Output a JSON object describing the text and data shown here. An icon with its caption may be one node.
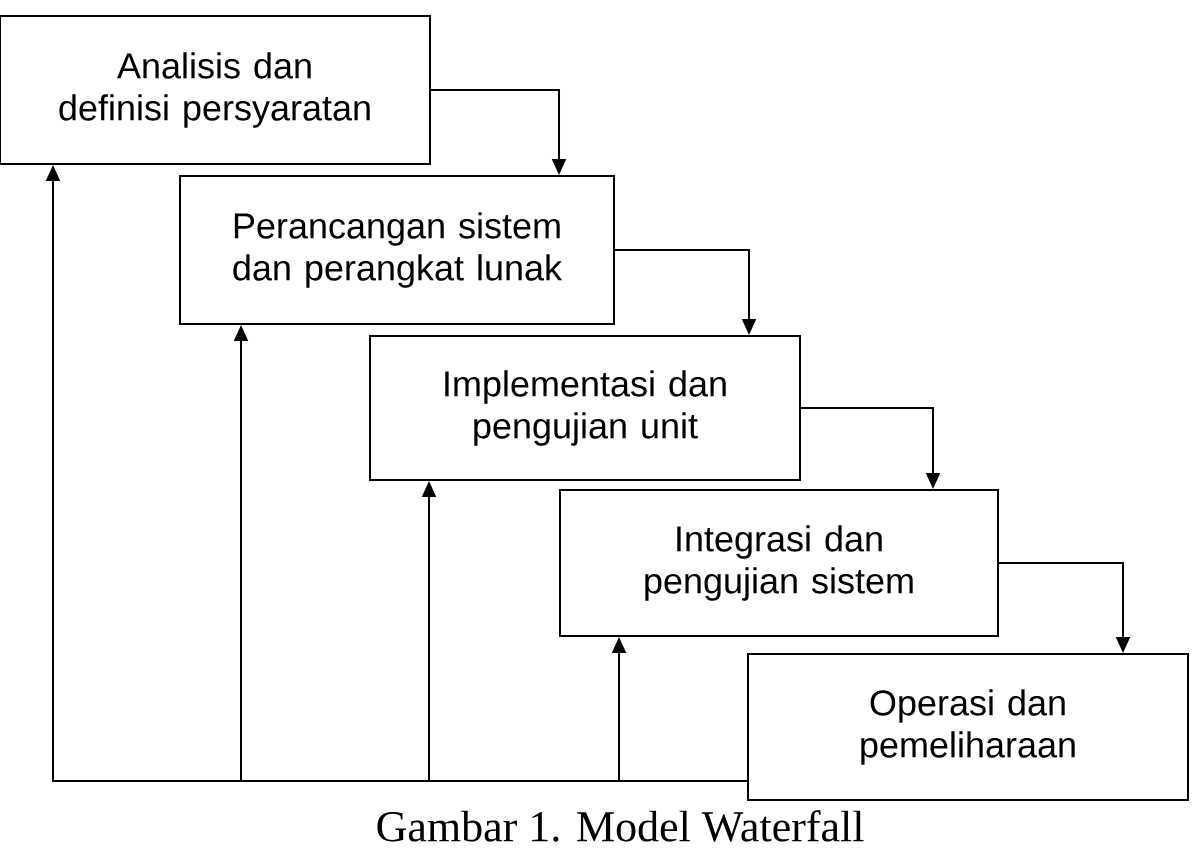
{
  "diagram": {
    "caption": "Gambar 1. Model Waterfall",
    "nodes": [
      {
        "text": [
          "Analisis dan definisi persyaratan"
        ]
      },
      {
        "text": [
          "Perancangan sistem dan perangkat lunak"
        ]
      },
      {
        "text": [
          "Implementasi dan pengujian unit"
        ]
      },
      {
        "text": [
          "Integrasi dan pengujian sistem"
        ]
      },
      {
        "text": [
          "Operasi dan pemeliharaan"
        ]
      }
    ],
    "edges": [
      {
        "from": 0,
        "to": 1,
        "arrow": "to"
      },
      {
        "from": 1,
        "to": 2,
        "arrow": "to"
      },
      {
        "from": 2,
        "to": 3,
        "arrow": "to"
      },
      {
        "from": 3,
        "to": 4,
        "arrow": "to"
      },
      {
        "from": 4,
        "to": 0,
        "arrow": "to"
      },
      {
        "from": 4,
        "to": 1,
        "arrow": "to"
      },
      {
        "from": 4,
        "to": 2,
        "arrow": "to"
      },
      {
        "from": 4,
        "to": 3,
        "arrow": "to"
      }
    ]
  }
}
